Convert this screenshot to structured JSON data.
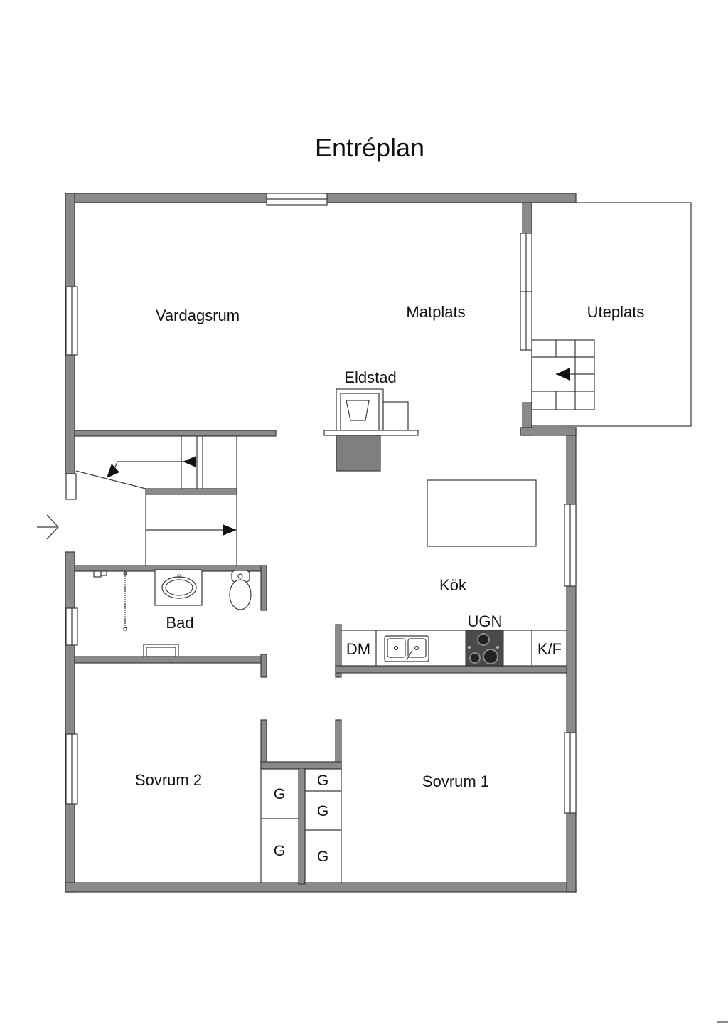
{
  "title": "Entréplan",
  "rooms": {
    "vardagsrum": "Vardagsrum",
    "matplats": "Matplats",
    "uteplats": "Uteplats",
    "eldstad": "Eldstad",
    "kok": "Kök",
    "bad": "Bad",
    "sovrum2": "Sovrum 2",
    "sovrum1": "Sovrum 1"
  },
  "appliances": {
    "ugn": "UGN",
    "dm": "DM",
    "kf": "K/F"
  },
  "closets": {
    "left_top": "G",
    "left_bottom": "G",
    "right_top": "G",
    "right_middle": "G",
    "right_bottom": "G"
  },
  "colors": {
    "wall": "#8a8a8a",
    "outline": "#3a3a3a",
    "hearth": "#7f7f7f",
    "stove": "#4a4a4a"
  },
  "icons": [
    "entrance-arrow-icon",
    "stair-arrow-icon",
    "sink-icon",
    "toilet-icon",
    "stove-icon",
    "shower-icon"
  ]
}
